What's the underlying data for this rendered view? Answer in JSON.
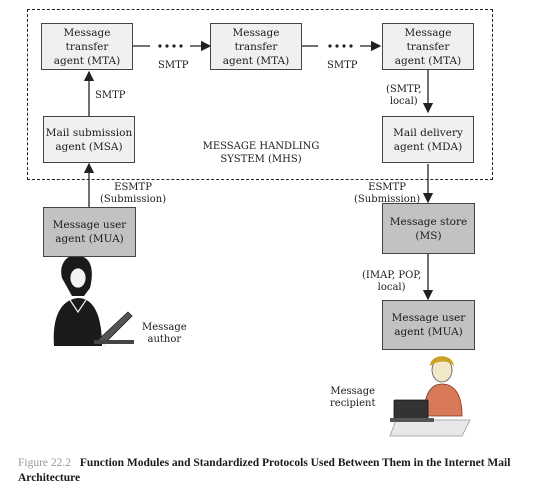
{
  "boxes": {
    "mta1": "Message transfer\nagent (MTA)",
    "mta2": "Message transfer\nagent (MTA)",
    "mta3": "Message transfer\nagent (MTA)",
    "msa": "Mail submission\nagent (MSA)",
    "mda": "Mail delivery\nagent (MDA)",
    "mua_author": "Message user\nagent (MUA)",
    "ms": "Message store\n(MS)",
    "mua_recipient": "Message user\nagent (MUA)"
  },
  "labels": {
    "smtp_1": "SMTP",
    "smtp_2": "SMTP",
    "smtp_msa": "SMTP",
    "smtp_local": "(SMTP,\nlocal)",
    "mhs": "MESSAGE HANDLING\nSYSTEM (MHS)",
    "esmtp_left": "ESMTP\n(Submission)",
    "esmtp_right": "ESMTP\n(Submission)",
    "imap": "(IMAP, POP,\nlocal)",
    "author": "Message\nauthor",
    "recipient": "Message\nrecipient"
  },
  "caption": {
    "figure": "Figure 22.2",
    "title": "Function Modules and Standardized Protocols Used Between Them in the Internet Mail Architecture"
  },
  "colors": {
    "light_box": "#f0f0f0",
    "dark_box": "#c2c2c2"
  }
}
